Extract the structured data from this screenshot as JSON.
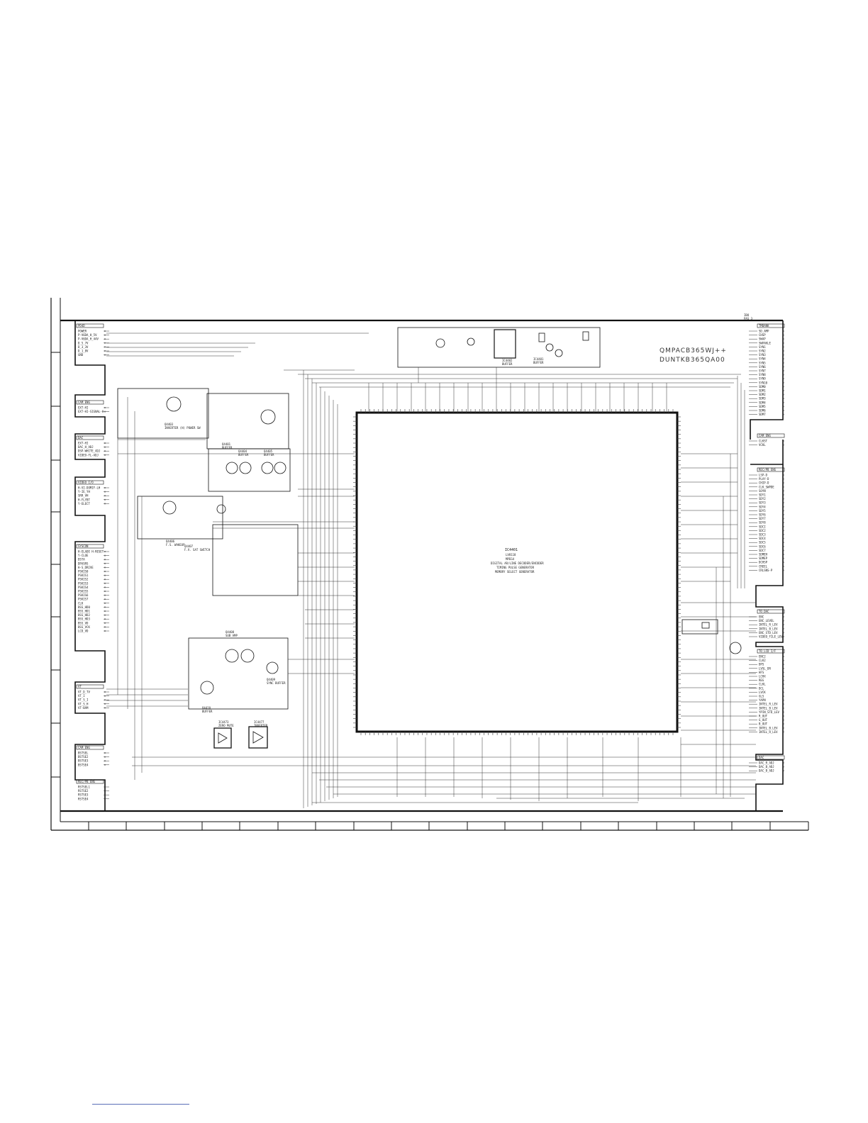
{
  "model_code": {
    "line1": "QMPACB365WJ++",
    "line2": "DUNTKB365QA00"
  },
  "main_ic": {
    "ref": "IC4401",
    "part": "LV8118",
    "func1": "MPEG4",
    "func2": "DIGITAL AR/LINE DECODER/ENCODER",
    "func3": "TIMING PULSE GENERATOR",
    "func4": "MEMORY SELECT GENERATOR"
  },
  "left_connectors": [
    {
      "name": "PD4D",
      "pins": [
        "POWER",
        "P-V6DA_H_5V",
        "P-V6DA_H_44V",
        "D_5_7V",
        "D_3_3V",
        "D_1_8V",
        "GND"
      ]
    },
    {
      "name": "CAM_ENG",
      "pins": [
        "EXT-HI",
        "EXT-HI-SIGNAL-H"
      ]
    },
    {
      "name": "DAC",
      "pins": [
        "EXT-HI",
        "DAC_H_ADJ",
        "DSP-WHITE_ADJ",
        "VIDEO-FL-ADJ"
      ]
    },
    {
      "name": "VIDEO I/O",
      "pins": [
        "H-VI-DOMIF-LH",
        "Y-IE_YH",
        "SRR_VH",
        "H-FLYBT",
        "Y-ELECT"
      ]
    },
    {
      "name": "SYSCON",
      "pins": [
        "H-ELADE H-RESET",
        "Y-CLOE",
        "DSTA",
        "DPASRS",
        "H-S_DRIVE",
        "PSKIS0",
        "PSKIS1",
        "PSKIS2",
        "PSKIS3",
        "PSKIS4",
        "PSKIS5",
        "PSKIS6",
        "PSKIS7",
        "CLK",
        "BSS_HD0",
        "BSS_HD1",
        "BSS_HD2",
        "BSS_HD3",
        "BSS_VD",
        "BSS_VCK",
        "LCD_VD"
      ]
    },
    {
      "name": "VT",
      "pins": [
        "VT_D_TV",
        "VT_I",
        "VT_S_I",
        "VT_S_H",
        "VT-BAM"
      ]
    },
    {
      "name": "CAM_ENG",
      "pins": [
        "BSTSEL",
        "BSTSE2",
        "BSTSE3",
        "BSTSE4"
      ]
    },
    {
      "name": "REC/PB ENG",
      "pins": [
        "RSTSEL1",
        "RSTSE2",
        "RSTSE3",
        "RSTSE4"
      ]
    }
  ],
  "right_connectors": [
    {
      "name": "TMBANK",
      "pins": [
        "SD_AMP",
        "CHSP",
        "SWAP",
        "SWPAKLE",
        "SYN1",
        "SYN2",
        "SYN3",
        "SYN4",
        "SYN5",
        "SYN6",
        "SYN7",
        "SYN8",
        "SYN9",
        "SYN10",
        "SDM0",
        "SDM1",
        "SDM2",
        "SDM3",
        "SDM4",
        "SDM5",
        "SDM6",
        "SDM7"
      ]
    },
    {
      "name": "CAM_ENG",
      "pins": [
        "CLKST",
        "VCKL"
      ]
    },
    {
      "name": "REC/PB ENG",
      "pins": [
        "LSP-D",
        "PLAY-D",
        "CHIP-D",
        "CLK_SWPDE",
        "SOYN",
        "SDY1",
        "SDY2",
        "SDY3",
        "SDY4",
        "SDY5",
        "SDY6",
        "SDY7",
        "SDY8",
        "SDCI",
        "SDC2",
        "SDC3",
        "SDC4",
        "SDC5",
        "SDC6",
        "SDC7",
        "SDMEH",
        "SDMEP",
        "DCHSP",
        "CREEL",
        "CRLSNS-P"
      ]
    },
    {
      "name": "TO_DAC",
      "pins": [
        "ENC",
        "ENC_LEVEL",
        "INTEL_R_LEV",
        "INTEL_B_LEV",
        "ENC_STD_LEV",
        "VIDEO_FILE_LEV"
      ]
    },
    {
      "name": "TO_LCD I/F",
      "pins": [
        "ENC2",
        "CLK2",
        "DPS",
        "LVSL_DR",
        "HFS",
        "LCHX",
        "REG",
        "CLKL",
        "DCL",
        "LVCK",
        "GLS",
        "YAPN",
        "INTEL_R_LEV",
        "INTEL_B_LEV",
        "YPIN_STD_LEV",
        "R_OUT",
        "G_OUT",
        "B_OUT",
        "INTEL_B_LEV",
        "INTEL_R_LEV"
      ]
    },
    {
      "name": "DAC",
      "pins": [
        "DAC_R_ADJ",
        "DAC_B_ADJ",
        "DAC_B_ADJ"
      ]
    }
  ],
  "sub_blocks": [
    {
      "ref": "Q4403",
      "func": "INVERTER (H) POWER SW"
    },
    {
      "ref": "Q4401",
      "func": "BUFFER"
    },
    {
      "ref": "Q4404",
      "func": "BUFFER"
    },
    {
      "ref": "Q4405",
      "func": "BUFFER"
    },
    {
      "ref": "Q4406",
      "func": "F.S. WAKEUP"
    },
    {
      "ref": "Q4407",
      "func": "F.V. SAT SWITCH"
    },
    {
      "ref": "Q4408",
      "func": "SUB AMP"
    },
    {
      "ref": "Q4409",
      "func": "SYNC BUFFER"
    },
    {
      "ref": "Q4410",
      "func": "BUFFER"
    },
    {
      "ref": "IC4473",
      "func": "ZERO MUTE"
    },
    {
      "ref": "IC4477",
      "func": "INVERTER"
    },
    {
      "ref": "IC4481",
      "func": "BUFFER"
    },
    {
      "ref": "IC4482",
      "func": "BUFFER"
    }
  ],
  "corner_labels": {
    "top_right_1": "IBO",
    "top_right_2": "PAS 3"
  }
}
